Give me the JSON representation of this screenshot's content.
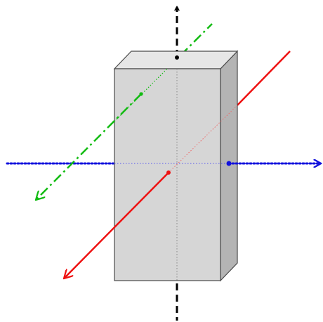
{
  "diagram": {
    "kind": "3d-rectangular-box-with-axes",
    "box": {
      "front_face_color": "#d6d6d6",
      "top_face_color": "#e6e6e6",
      "side_face_color": "#b4b4b4",
      "edge_color": "#4a4a4a"
    },
    "axes": [
      {
        "id": "vertical-axis",
        "color": "#000000",
        "line_style": "dashed",
        "direction": "up"
      },
      {
        "id": "horizontal-axis",
        "color": "#1111dd",
        "line_style": "dotted",
        "direction": "right"
      },
      {
        "id": "red-axis",
        "color": "#ee1111",
        "line_style": "solid",
        "direction": "down-left"
      },
      {
        "id": "green-axis",
        "color": "#11bb11",
        "line_style": "dash-dot",
        "direction": "down-left"
      }
    ]
  }
}
